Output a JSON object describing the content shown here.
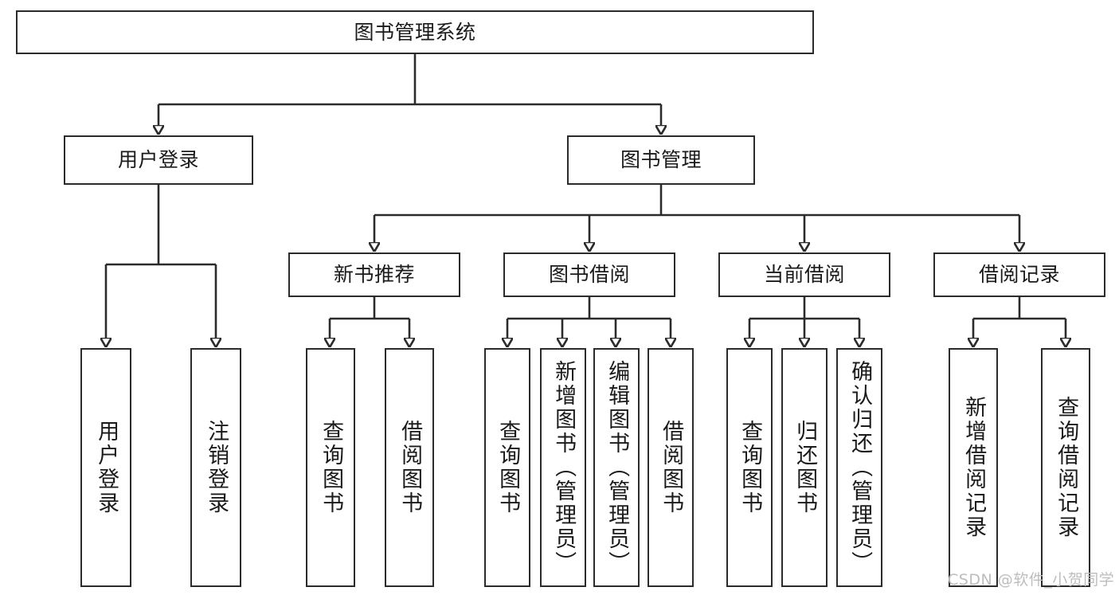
{
  "diagram": {
    "title": "图书管理系统",
    "watermark": "CSDN @软件_小贺同学",
    "colors": {
      "stroke": "#2b2b2b",
      "fill": "#ffffff",
      "text": "#1a1a1a",
      "watermark": "#bdbdbd"
    }
  },
  "chart_data": {
    "type": "diagram",
    "subtype": "tree-hierarchy",
    "title": "图书管理系统",
    "root": "图书管理系统",
    "nodes": [
      {
        "id": "n0",
        "label": "图书管理系统",
        "level": 0,
        "orientation": "horizontal"
      },
      {
        "id": "n1",
        "label": "用户登录",
        "level": 1,
        "orientation": "horizontal"
      },
      {
        "id": "n2",
        "label": "图书管理",
        "level": 1,
        "orientation": "horizontal"
      },
      {
        "id": "n3",
        "label": "新书推荐",
        "level": 2,
        "orientation": "horizontal"
      },
      {
        "id": "n4",
        "label": "图书借阅",
        "level": 2,
        "orientation": "horizontal"
      },
      {
        "id": "n5",
        "label": "当前借阅",
        "level": 2,
        "orientation": "horizontal"
      },
      {
        "id": "n6",
        "label": "借阅记录",
        "level": 2,
        "orientation": "horizontal"
      },
      {
        "id": "n7",
        "label": "用户登录",
        "level": 3,
        "orientation": "vertical"
      },
      {
        "id": "n8",
        "label": "注销登录",
        "level": 3,
        "orientation": "vertical"
      },
      {
        "id": "n9",
        "label": "查询图书",
        "level": 3,
        "orientation": "vertical"
      },
      {
        "id": "n10",
        "label": "借阅图书",
        "level": 3,
        "orientation": "vertical"
      },
      {
        "id": "n11",
        "label": "查询图书",
        "level": 3,
        "orientation": "vertical"
      },
      {
        "id": "n12",
        "label": "新增图书（管理员）",
        "level": 3,
        "orientation": "vertical"
      },
      {
        "id": "n13",
        "label": "编辑图书（管理员）",
        "level": 3,
        "orientation": "vertical"
      },
      {
        "id": "n14",
        "label": "借阅图书",
        "level": 3,
        "orientation": "vertical"
      },
      {
        "id": "n15",
        "label": "查询图书",
        "level": 3,
        "orientation": "vertical"
      },
      {
        "id": "n16",
        "label": "归还图书",
        "level": 3,
        "orientation": "vertical"
      },
      {
        "id": "n17",
        "label": "确认归还（管理员）",
        "level": 3,
        "orientation": "vertical"
      },
      {
        "id": "n18",
        "label": "新增借阅记录",
        "level": 3,
        "orientation": "vertical"
      },
      {
        "id": "n19",
        "label": "查询借阅记录",
        "level": 3,
        "orientation": "vertical"
      }
    ],
    "edges": [
      {
        "from": "n0",
        "to": "n1"
      },
      {
        "from": "n0",
        "to": "n2"
      },
      {
        "from": "n2",
        "to": "n3"
      },
      {
        "from": "n2",
        "to": "n4"
      },
      {
        "from": "n2",
        "to": "n5"
      },
      {
        "from": "n2",
        "to": "n6"
      },
      {
        "from": "n1",
        "to": "n7"
      },
      {
        "from": "n1",
        "to": "n8"
      },
      {
        "from": "n3",
        "to": "n9"
      },
      {
        "from": "n3",
        "to": "n10"
      },
      {
        "from": "n4",
        "to": "n11"
      },
      {
        "from": "n4",
        "to": "n12"
      },
      {
        "from": "n4",
        "to": "n13"
      },
      {
        "from": "n4",
        "to": "n14"
      },
      {
        "from": "n5",
        "to": "n15"
      },
      {
        "from": "n5",
        "to": "n16"
      },
      {
        "from": "n5",
        "to": "n17"
      },
      {
        "from": "n6",
        "to": "n18"
      },
      {
        "from": "n6",
        "to": "n19"
      }
    ]
  }
}
